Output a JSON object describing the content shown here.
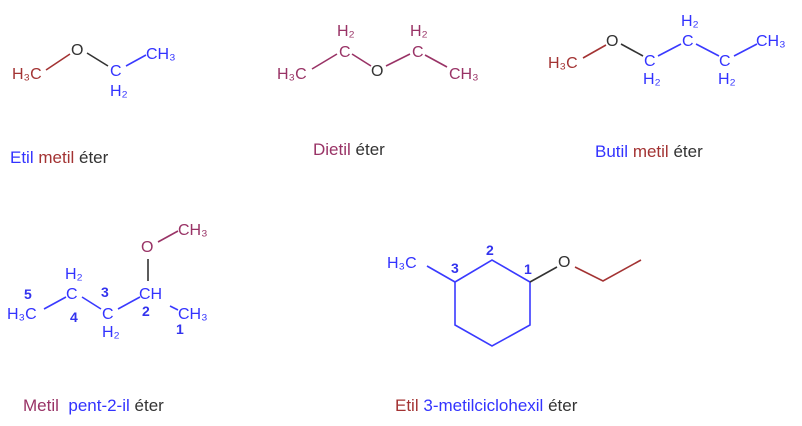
{
  "colors": {
    "methyl": "#a33333",
    "alkyl": "#3333ff",
    "ethyl_purple": "#993366",
    "text": "#333333"
  },
  "molecules": [
    {
      "atoms": [
        "H₃C",
        "O",
        "C",
        "H₂",
        "CH₃"
      ],
      "name": [
        "Etil",
        "metil",
        "éter"
      ]
    },
    {
      "atoms": [
        "H₃C",
        "C",
        "H₂",
        "O",
        "C",
        "H₂",
        "CH₃"
      ],
      "name": [
        "Dietil",
        "éter"
      ]
    },
    {
      "atoms": [
        "H₃C",
        "O",
        "C",
        "H₂",
        "C",
        "H₂",
        "C",
        "H₂",
        "CH₃"
      ],
      "name": [
        "Butil",
        "metil",
        "éter"
      ]
    },
    {
      "atoms": [
        "H₃C",
        "C",
        "H₂",
        "C",
        "H₂",
        "CH",
        "O",
        "CH₃",
        "CH₃"
      ],
      "numbers": [
        "5",
        "4",
        "3",
        "2",
        "1"
      ],
      "name": [
        "Metil",
        "pent-2-il",
        "éter"
      ]
    },
    {
      "atoms": [
        "H₃C",
        "O"
      ],
      "numbers": [
        "3",
        "2",
        "1"
      ],
      "name": [
        "Etil",
        "3-metilciclohexil",
        "éter"
      ]
    }
  ]
}
